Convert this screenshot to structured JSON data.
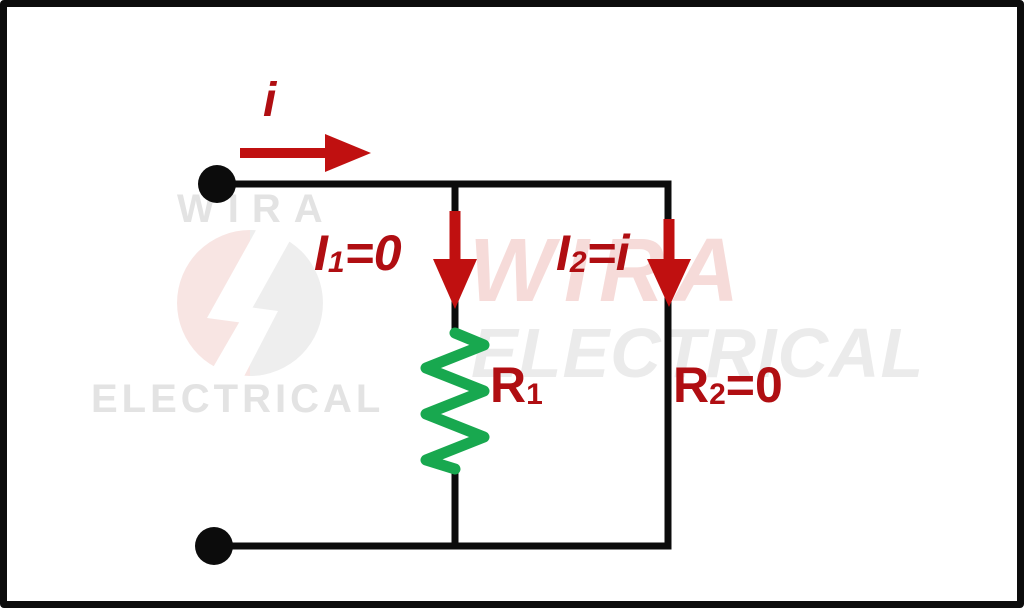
{
  "labels": {
    "source_current": {
      "text": "i"
    },
    "branch1_current": {
      "base": "I",
      "sub": "1",
      "suffix": "=0"
    },
    "branch2_current": {
      "base": "I",
      "sub": "2",
      "suffix": "=i"
    },
    "resistor1": {
      "base": "R",
      "sub": "1",
      "suffix": ""
    },
    "resistor2": {
      "base": "R",
      "sub": "2",
      "suffix": "=0"
    }
  },
  "watermark": {
    "logo": {
      "top_text": "WIRA",
      "bottom_text": "ELECTRICAL"
    },
    "banner": {
      "line1": "WIRA",
      "line2": "ELECTRICAL"
    }
  },
  "colors": {
    "wire": "#0c0c0c",
    "arrow_red": "#c01010",
    "label_red": "#b00e12",
    "resistor_green": "#18a84f",
    "watermark_gray": "#e3e3e3",
    "watermark_pink": "#f6dbd9"
  }
}
